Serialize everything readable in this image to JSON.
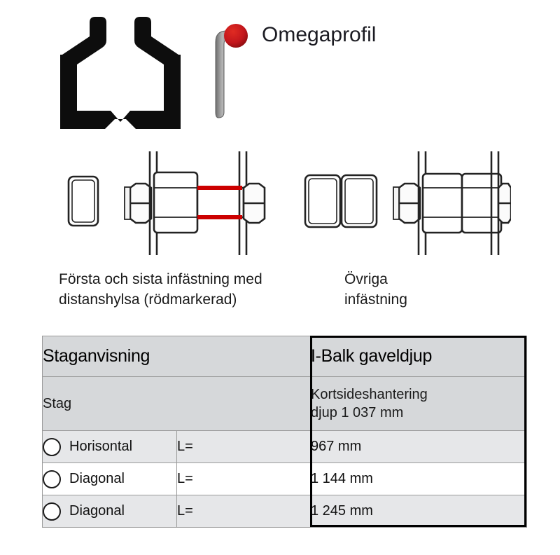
{
  "top": {
    "omega_label": "Omegaprofil",
    "omega_profile_icon": "omega-profile-cross-section",
    "spacer_sleeve_icon": "distance-sleeve-with-red-marker",
    "marker_color": "#c3161c",
    "sleeve_color": "#8e8e8e"
  },
  "details": {
    "first_last_icon": "bolt-assembly-with-red-marked-spacer",
    "other_icon": "bolt-assembly-standard",
    "highlight_color": "#cc0000"
  },
  "captions": {
    "first_last_line1": "Första och sista infästning med",
    "first_last_line2": "distanshylsa  (rödmarkerad)",
    "other_line1": "Övriga",
    "other_line2": "infästning"
  },
  "table": {
    "headers": {
      "left": "Staganvisning",
      "right": "I-Balk gaveldjup"
    },
    "subrow": {
      "left": "Stag",
      "right_line1": "Kortsideshantering",
      "right_line2": "djup 1 037 mm"
    },
    "column_middle_header": "",
    "rows": [
      {
        "option": "Horisontal",
        "length_label": "L=",
        "value": "967 mm"
      },
      {
        "option": "Diagonal",
        "length_label": "L=",
        "value": "1 144 mm"
      },
      {
        "option": "Diagonal",
        "length_label": "L=",
        "value": "1 245 mm"
      }
    ],
    "colors": {
      "header_bg": "#d6d8da",
      "row_shade_bg": "#e6e7e9",
      "row_plain_bg": "#ffffff",
      "grid_line": "#9a9a9a",
      "emphasis_border": "#000000"
    }
  }
}
